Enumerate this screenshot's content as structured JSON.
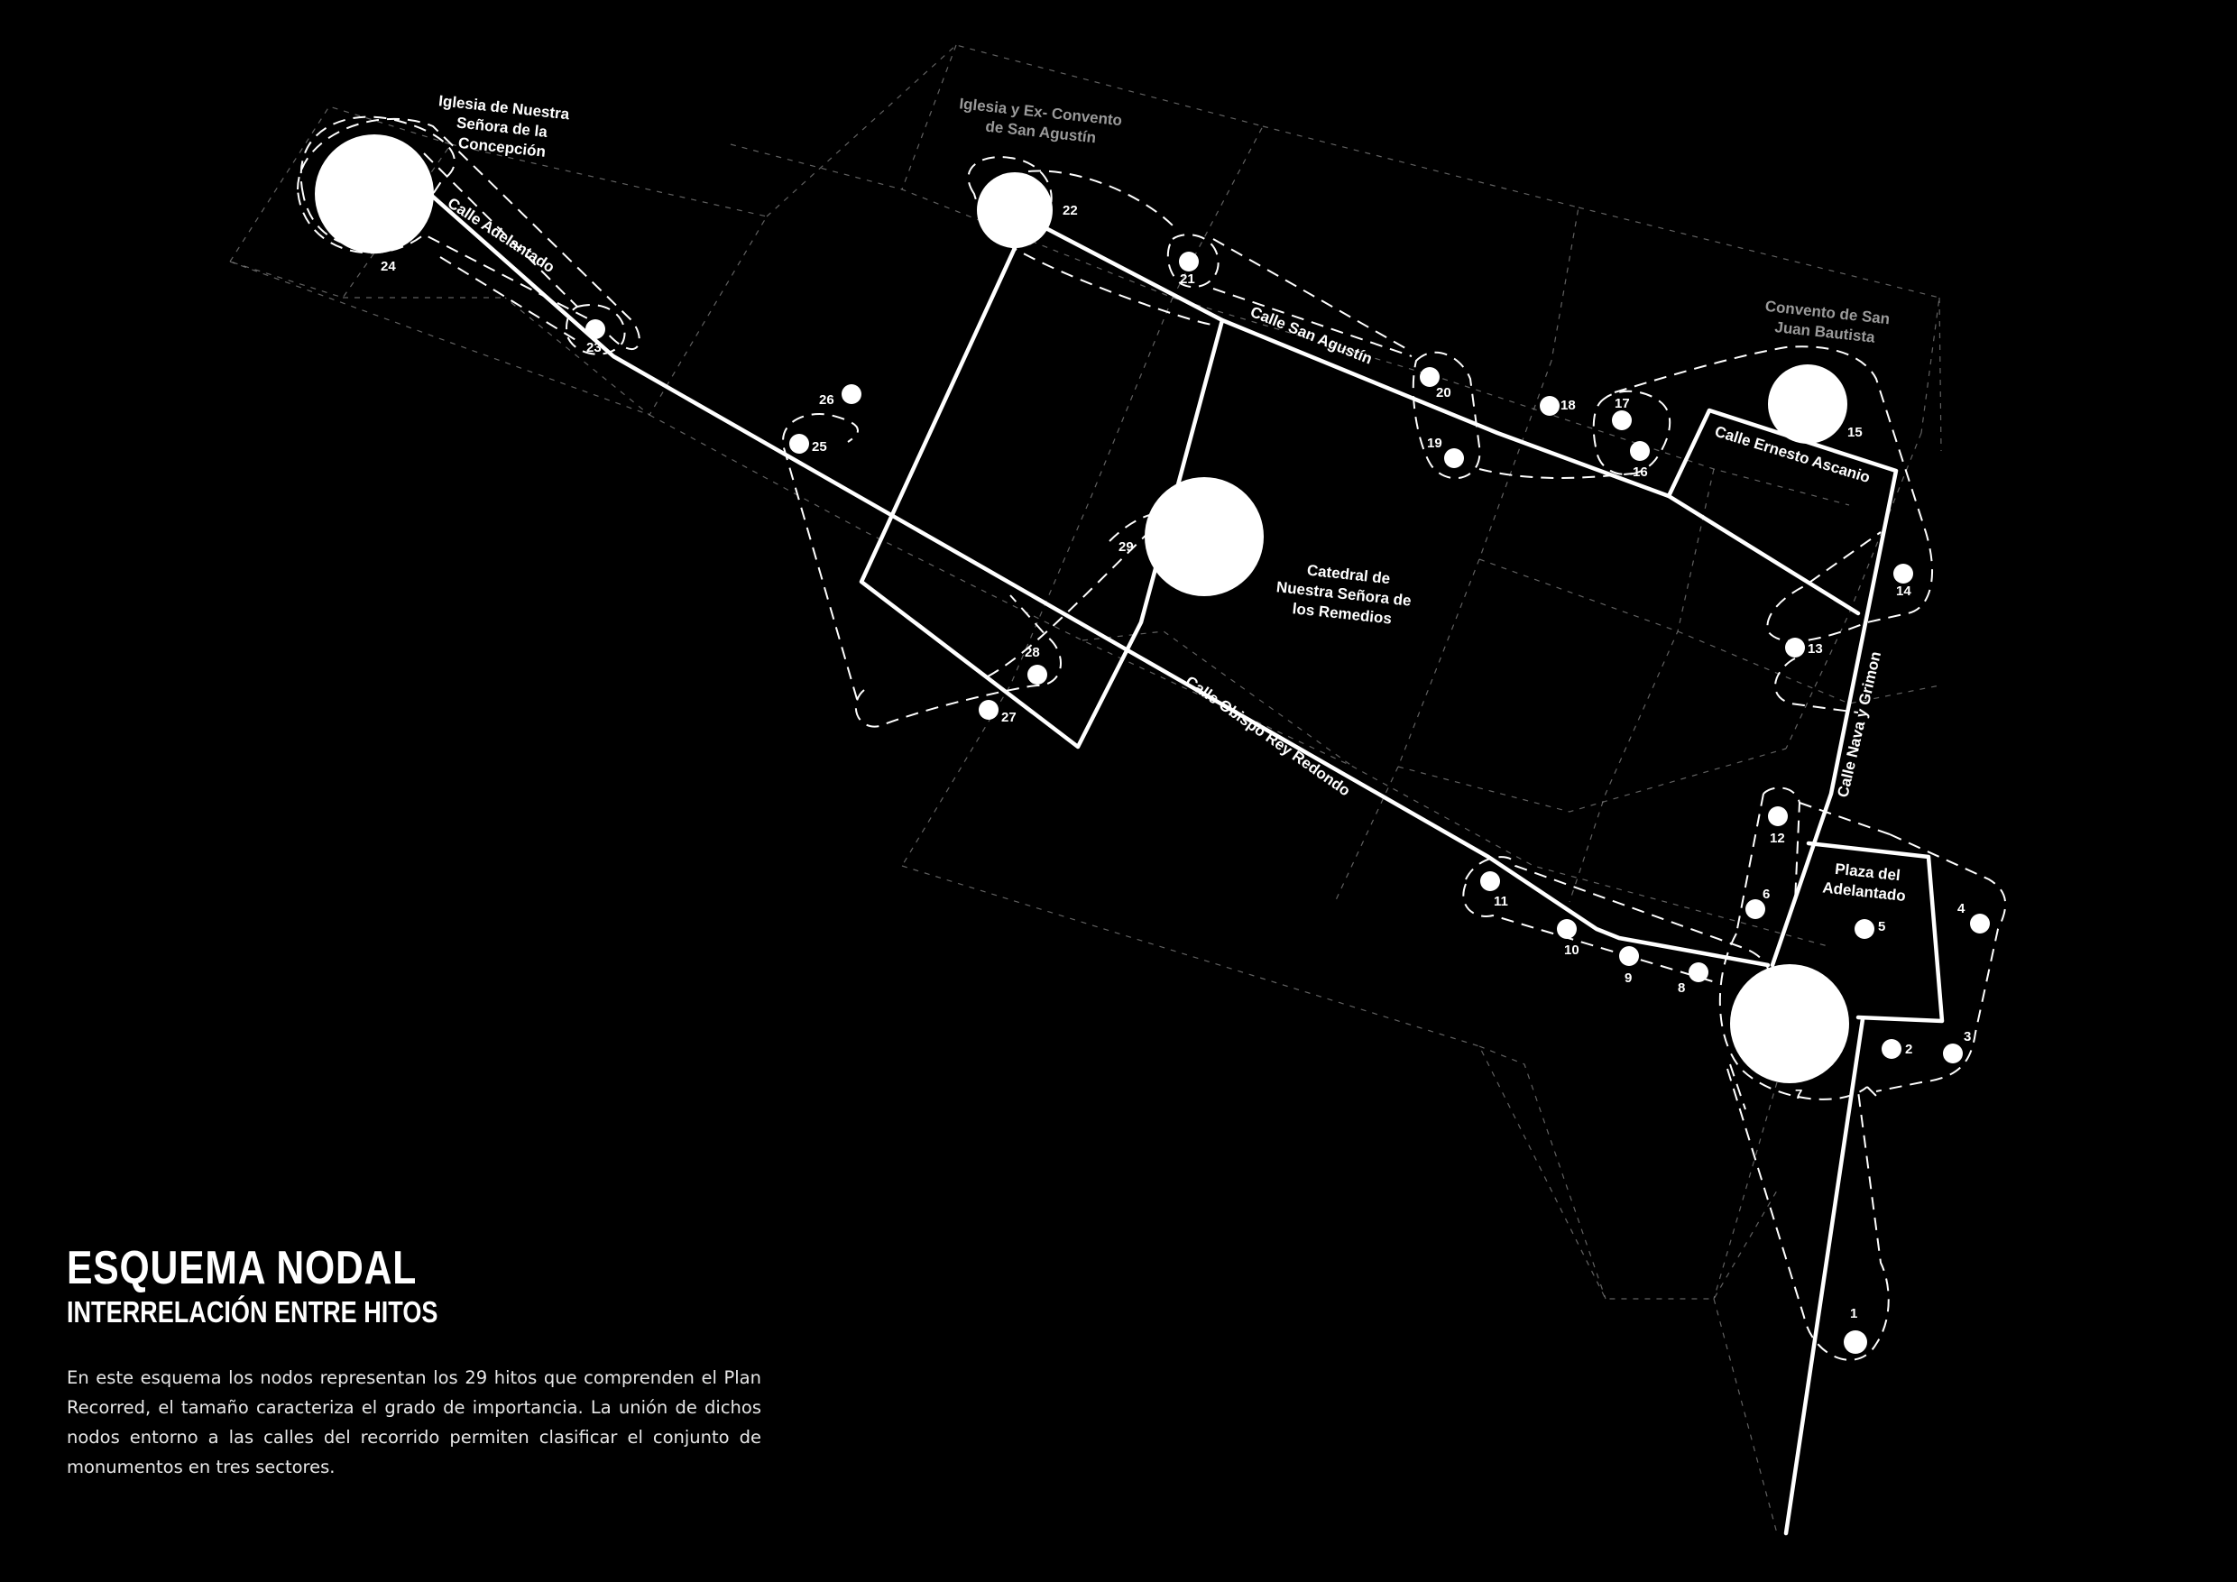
{
  "title": "ESQUEMA NODAL",
  "subtitle": "INTERRELACIÓN ENTRE HITOS",
  "description": "En este esquema los nodos representan los 29 hitos que comprenden el Plan Recorred, el tamaño caracteriza el grado de importancia. La unión de dichos nodos entorno a las calles del recorrido permiten clasificar el conjunto de monumentos en tres sectores.",
  "places": {
    "iglesia_concepcion": [
      "Iglesia de Nuestra",
      "Señora de la",
      "Concepción"
    ],
    "san_agustin": [
      "Iglesia y Ex- Convento",
      "de San Agustín"
    ],
    "san_juan": [
      "Convento de San",
      "Juan Bautista"
    ],
    "catedral": [
      "Catedral de",
      "Nuestra Señora de",
      "los Remedios"
    ],
    "plaza": [
      "Plaza del",
      "Adelantado"
    ]
  },
  "streets": {
    "adelantado": "Calle Adelantado",
    "san_agustin": "Calle San Agustín",
    "ernesto_ascanio": "Calle Ernesto Ascanio",
    "obispo": "Calle Obispo Rey Redondo",
    "nava": "Calle Nava y Grimon"
  },
  "nodes": [
    "1",
    "2",
    "3",
    "4",
    "5",
    "6",
    "7",
    "8",
    "9",
    "10",
    "11",
    "12",
    "13",
    "14",
    "15",
    "16",
    "17",
    "18",
    "19",
    "20",
    "21",
    "22",
    "23",
    "24",
    "25",
    "26",
    "27",
    "28",
    "29"
  ]
}
